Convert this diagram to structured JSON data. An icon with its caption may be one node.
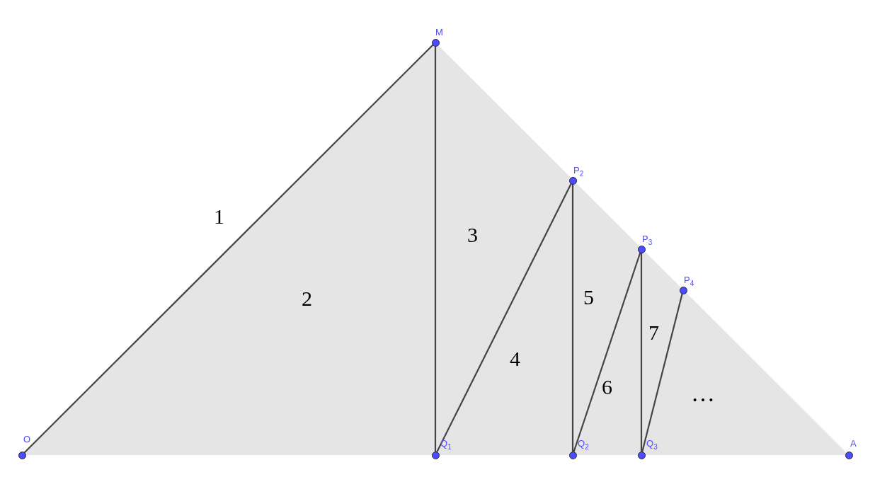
{
  "diagram": {
    "nodes": [
      {
        "text": [
          "M"
        ]
      },
      {
        "text": [
          "P$_{2}$"
        ]
      },
      {
        "text": [
          "P$_{3}$"
        ]
      },
      {
        "text": [
          "P$_{4}$"
        ]
      },
      {
        "text": [
          "O"
        ]
      },
      {
        "text": [
          "Q$_{1}$"
        ]
      },
      {
        "text": [
          "Q$_{2}$"
        ]
      },
      {
        "text": [
          "Q$_{3}$"
        ]
      },
      {
        "text": [
          "A"
        ]
      }
    ],
    "edges": [
      {
        "from": 4,
        "to": 0,
        "arrow": "none"
      },
      {
        "from": 0,
        "to": 5,
        "arrow": "none"
      },
      {
        "from": 5,
        "to": 1,
        "arrow": "none"
      },
      {
        "from": 1,
        "to": 6,
        "arrow": "none"
      },
      {
        "from": 6,
        "to": 2,
        "arrow": "none"
      },
      {
        "from": 2,
        "to": 7,
        "arrow": "none"
      },
      {
        "from": 7,
        "to": 3,
        "arrow": "none"
      }
    ],
    "labels": [
      "1",
      "3",
      "5",
      "2",
      "7",
      "4",
      "6",
      "…"
    ]
  }
}
